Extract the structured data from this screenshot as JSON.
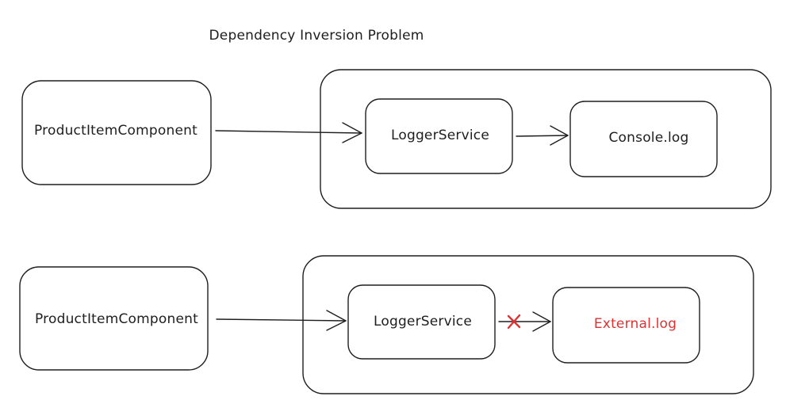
{
  "title": "Dependency Inversion Problem",
  "diagram_top": {
    "client": "ProductItemComponent",
    "service": "LoggerService",
    "target": "Console.log"
  },
  "diagram_bottom": {
    "client": "ProductItemComponent",
    "service": "LoggerService",
    "target": "External.log",
    "blocked_marker": "x"
  },
  "colors": {
    "stroke": "#1e1e1e",
    "background": "#ffffff",
    "error": "#e03131"
  }
}
